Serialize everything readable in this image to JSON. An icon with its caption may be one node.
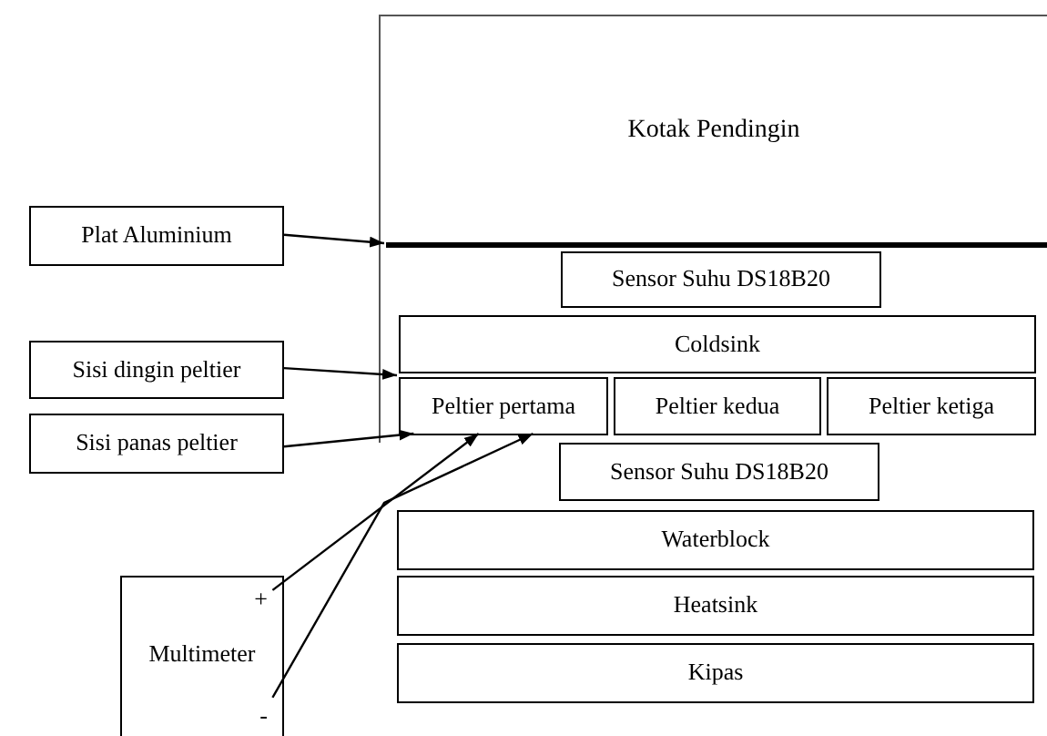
{
  "diagram": {
    "nodes": [
      {
        "text": [
          "Kotak Pendingin"
        ]
      },
      {
        "text": [],
        "shape": "bar",
        "in": 0
      },
      {
        "text": [
          "Plat Aluminium"
        ]
      },
      {
        "text": [
          "Sensor Suhu DS18B20"
        ],
        "in": 0
      },
      {
        "text": [
          "Sisi dingin peltier"
        ]
      },
      {
        "text": [
          "Coldsink"
        ],
        "in": 0
      },
      {
        "text": [
          "Sisi panas peltier"
        ]
      },
      {
        "text": [
          "Peltier pertama"
        ],
        "in": 0
      },
      {
        "text": [
          "Peltier kedua"
        ],
        "in": 0
      },
      {
        "text": [
          "Peltier ketiga"
        ],
        "in": 0
      },
      {
        "text": [
          "Sensor Suhu DS18B20"
        ]
      },
      {
        "text": [
          "Waterblock"
        ]
      },
      {
        "text": [
          "+",
          "Multimeter",
          "-"
        ]
      },
      {
        "text": [
          "Heatsink"
        ]
      },
      {
        "text": [
          "Kipas"
        ]
      }
    ],
    "edges": [
      {
        "from": 2,
        "to": 1,
        "arrow": "to"
      },
      {
        "from": 4,
        "to": 7,
        "arrow": "to"
      },
      {
        "from": 6,
        "to": 7,
        "arrow": "to"
      },
      {
        "from": 12,
        "to": 7,
        "arrow": "to"
      },
      {
        "from": 12,
        "to": 7,
        "arrow": "to"
      }
    ]
  }
}
